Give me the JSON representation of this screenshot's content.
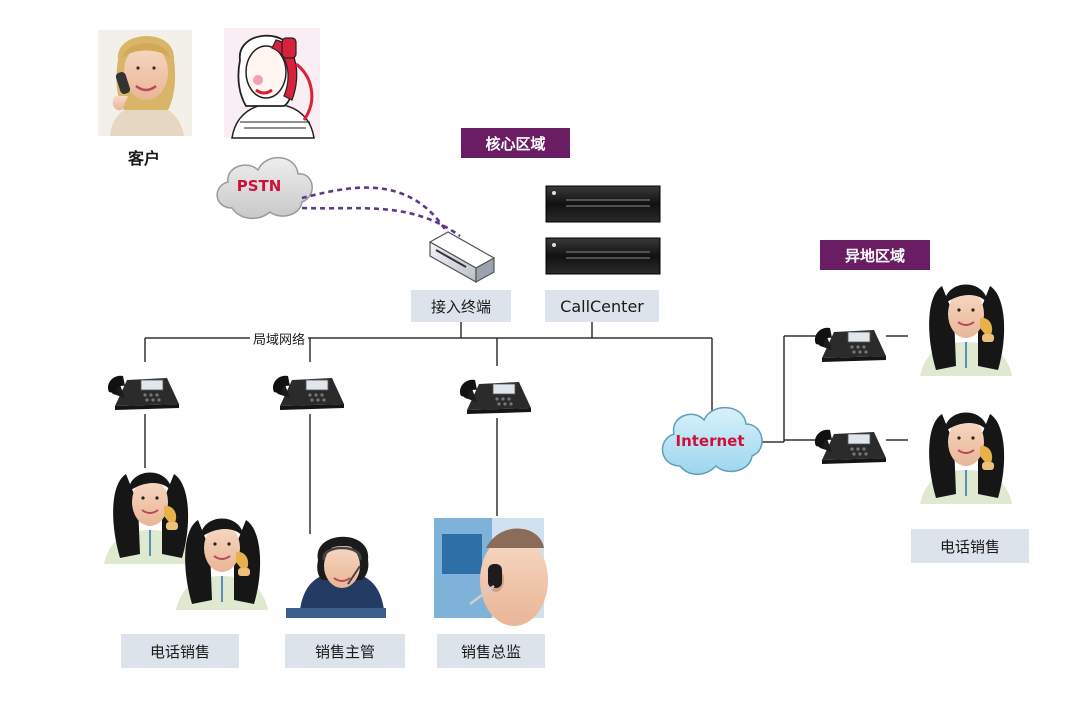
{
  "customer_label": "客户",
  "pstn_label": "PSTN",
  "core_zone_label": "核心区域",
  "remote_zone_label": "异地区域",
  "access_terminal_label": "接入终端",
  "callcenter_label": "CallCenter",
  "lan_label": "局域网络",
  "internet_label": "Internet",
  "sales_left_label": "电话销售",
  "sales_manager_label": "销售主管",
  "sales_director_label": "销售总监",
  "sales_remote_label": "电话销售",
  "colors": {
    "zone_tag": "#6b1d63",
    "label_box": "#dde3ea",
    "cloud_text": "#d0103a",
    "dashed_link": "#5a3a8a",
    "network_line": "#333333"
  }
}
